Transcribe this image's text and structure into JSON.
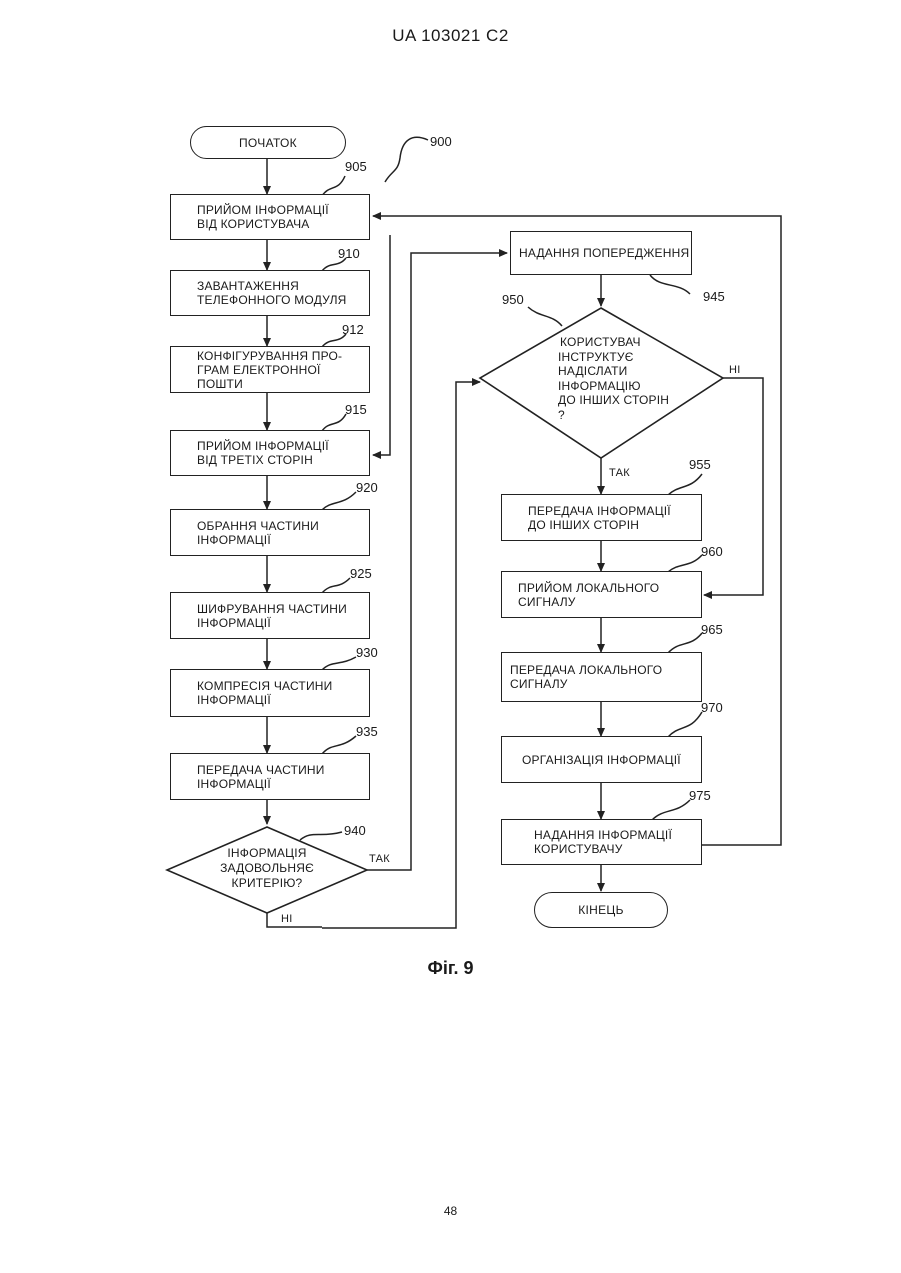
{
  "header": "UA   103021   C2",
  "figure_label": "Фiг. 9",
  "page_number": "48",
  "diagram_ref": "900",
  "terminals": {
    "start": "ПОЧАТОК",
    "end": "КІНЕЦЬ"
  },
  "steps": {
    "s905": {
      "ref": "905",
      "lines": [
        "ПРИЙОМ ІНФОРМАЦІЇ",
        "ВІД КОРИСТУВАЧА"
      ]
    },
    "s910": {
      "ref": "910",
      "lines": [
        "ЗАВАНТАЖЕННЯ",
        "ТЕЛЕФОННОГО МОДУЛЯ"
      ]
    },
    "s912": {
      "ref": "912",
      "lines": [
        "КОНФІГУРУВАННЯ ПРО-",
        "ГРАМ ЕЛЕКТРОННОЇ ПОШТИ"
      ]
    },
    "s915": {
      "ref": "915",
      "lines": [
        "ПРИЙОМ ІНФОРМАЦІЇ",
        "ВІД ТРЕТІХ СТОРІН"
      ]
    },
    "s920": {
      "ref": "920",
      "lines": [
        "ОБРАННЯ ЧАСТИНИ",
        "ІНФОРМАЦІЇ"
      ]
    },
    "s925": {
      "ref": "925",
      "lines": [
        "ШИФРУВАННЯ ЧАСТИНИ",
        "ІНФОРМАЦІЇ"
      ]
    },
    "s930": {
      "ref": "930",
      "lines": [
        "КОМПРЕСІЯ ЧАСТИНИ",
        "ІНФОРМАЦІЇ"
      ]
    },
    "s935": {
      "ref": "935",
      "lines": [
        "ПЕРЕДАЧА ЧАСТИНИ",
        "ІНФОРМАЦІЇ"
      ]
    },
    "s945": {
      "ref": "945",
      "lines": [
        "НАДАННЯ ПОПЕРЕДЖЕННЯ"
      ]
    },
    "s955": {
      "ref": "955",
      "lines": [
        "ПЕРЕДАЧА ІНФОРМАЦІЇ",
        "ДО ІНШИХ СТОРІН"
      ]
    },
    "s960": {
      "ref": "960",
      "lines": [
        "ПРИЙОМ ЛОКАЛЬНОГО",
        "СИГНАЛУ"
      ]
    },
    "s965": {
      "ref": "965",
      "lines": [
        "ПЕРЕДАЧА ЛОКАЛЬНОГО",
        "СИГНАЛУ"
      ]
    },
    "s970": {
      "ref": "970",
      "lines": [
        "ОРГАНІЗАЦІЯ ІНФОРМАЦІЇ"
      ]
    },
    "s975": {
      "ref": "975",
      "lines": [
        "НАДАННЯ ІНФОРМАЦІЇ",
        "КОРИСТУВАЧУ"
      ]
    }
  },
  "decisions": {
    "d940": {
      "ref": "940",
      "lines": [
        "ІНФОРМАЦІЯ",
        "ЗАДОВОЛЬНЯЄ",
        "КРИТЕРІЮ?"
      ],
      "yes": "ТАК",
      "no": "НІ"
    },
    "d950": {
      "ref": "950",
      "lines": [
        "КОРИСТУВАЧ",
        "ІНСТРУКТУЄ",
        "НАДІСЛАТИ",
        "ІНФОРМАЦІЮ",
        "ДО ІНШИХ СТОРІН ?"
      ],
      "yes": "ТАК",
      "no": "НІ"
    }
  }
}
